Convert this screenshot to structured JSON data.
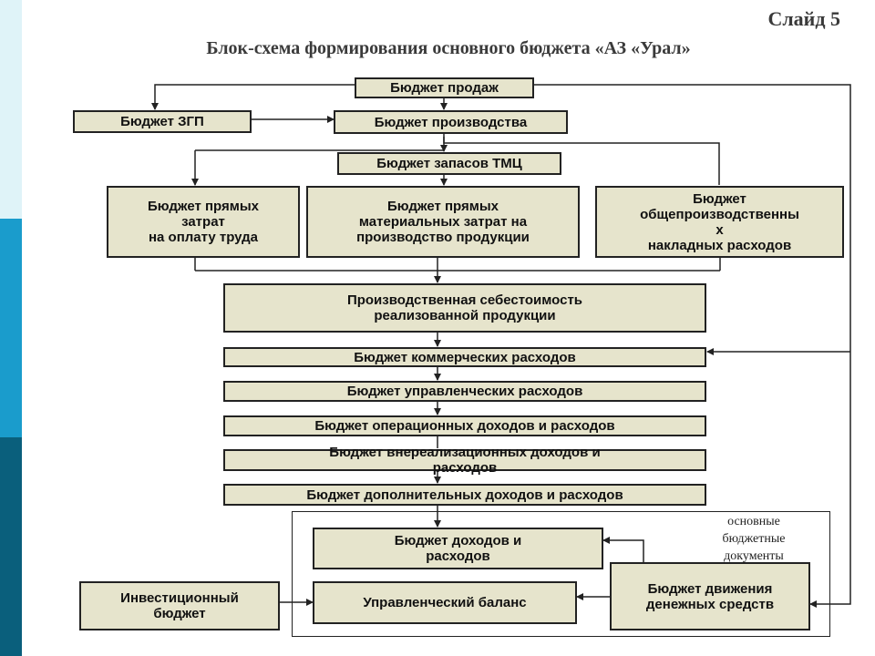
{
  "slide_label": "Слайд 5",
  "title": "Блок-схема формирования основного бюджета «АЗ «Урал»",
  "frame_note": "основные\nбюджетные\nдокументы",
  "boxes": {
    "sales": "Бюджет продаж",
    "zgp": "Бюджет ЗГП",
    "production": "Бюджет производства",
    "inventory": "Бюджет запасов ТМЦ",
    "direct_labor": "Бюджет прямых\nзатрат\nна оплату труда",
    "direct_material": "Бюджет прямых\nматериальных затрат на\nпроизводство продукции",
    "overhead": "Бюджет\nобщепроизводственны\nх\nнакладных расходов",
    "cost": "Производственная себестоимость\nреализованной продукции",
    "commercial": "Бюджет коммерческих расходов",
    "management": "Бюджет управленческих расходов",
    "operational": "Бюджет операционных доходов и расходов",
    "nonoperational": "Бюджет внереализационных доходов и\nрасходов",
    "additional": "Бюджет дополнительных доходов и расходов",
    "income_expense": "Бюджет доходов и\nрасходов",
    "balance": "Управленческий баланс",
    "investment": "Инвестиционный\nбюджет",
    "cashflow": "Бюджет движения\nденежных средств"
  }
}
